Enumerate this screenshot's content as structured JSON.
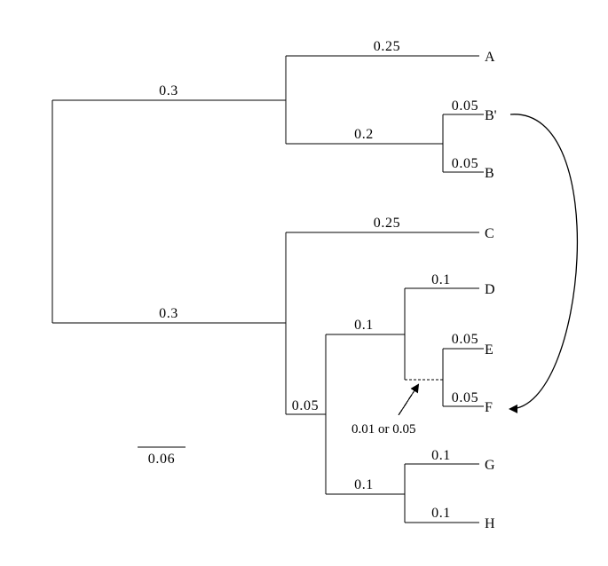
{
  "tree": {
    "root_branches": {
      "upper": "0.3",
      "lower": "0.3"
    },
    "upper_clade": {
      "a_branch": "0.25",
      "bb_branch": "0.2",
      "b_prime_branch": "0.05",
      "b_branch": "0.05"
    },
    "lower_clade": {
      "c_branch": "0.25",
      "inner_branch": "0.05",
      "def_branch": "0.1",
      "d_branch": "0.1",
      "e_branch": "0.05",
      "f_branch": "0.05",
      "gh_branch": "0.1",
      "g_branch": "0.1",
      "h_branch": "0.1"
    },
    "tips": {
      "A": "A",
      "B_prime": "B'",
      "B": "B",
      "C": "C",
      "D": "D",
      "E": "E",
      "F": "F",
      "G": "G",
      "H": "H"
    },
    "annotation": "0.01 or 0.05",
    "scale_bar": "0.06"
  }
}
